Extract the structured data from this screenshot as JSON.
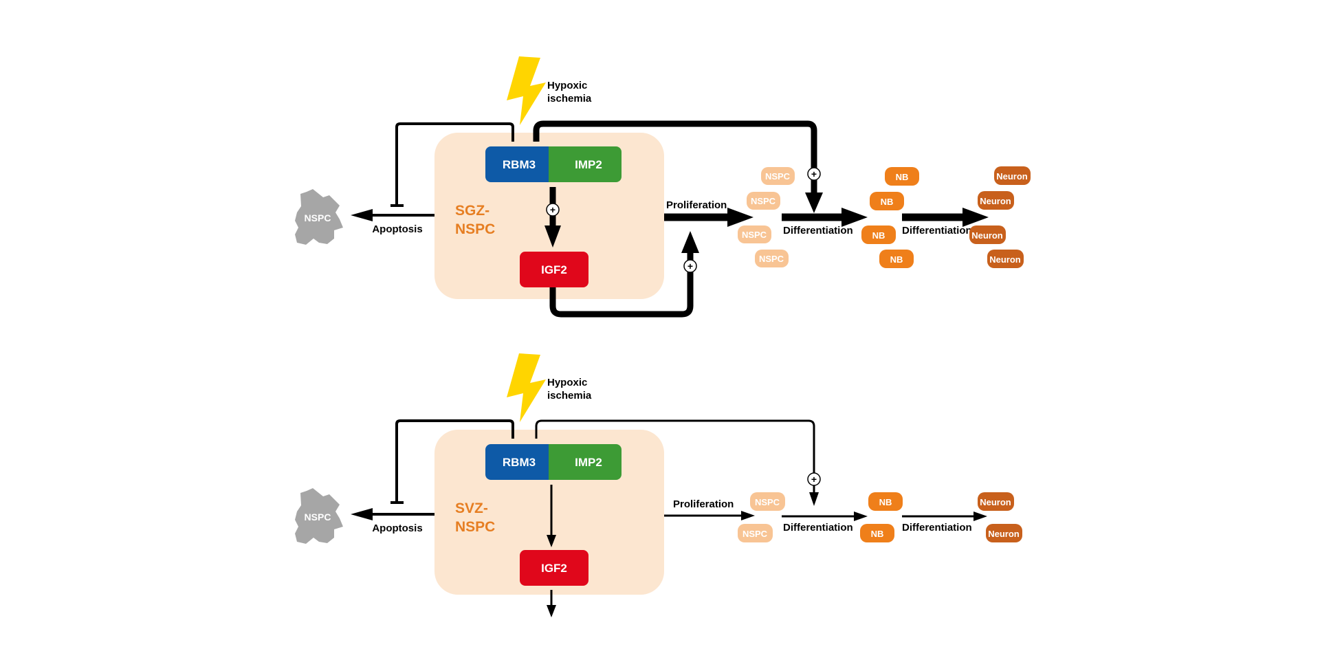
{
  "colors": {
    "box_fill": "#fce6d0",
    "rbm3": "#0e5aa7",
    "imp2": "#3d9b35",
    "igf2": "#e0071b",
    "zone_label": "#e67e22",
    "nspc_light": "#f8c494",
    "nb": "#ef7f1a",
    "neuron": "#c8601c",
    "dead_nspc": "#a6a6a6",
    "lightning": "#ffd500",
    "arrow": "#000000"
  },
  "panels": [
    {
      "zone_line1": "SGZ-",
      "zone_line2": "NSPC",
      "rbm3": "RBM3",
      "imp2": "IMP2",
      "igf2": "IGF2",
      "hypoxic_line1": "Hypoxic",
      "hypoxic_line2": "ischemia",
      "apoptosis": "Apoptosis",
      "dead_cell": "NSPC",
      "proliferation": "Proliferation",
      "differentiation_1": "Differentiation",
      "differentiation_2": "Differentiation",
      "plus": "+",
      "nspc_cells": [
        "NSPC",
        "NSPC",
        "NSPC",
        "NSPC"
      ],
      "nb_cells": [
        "NB",
        "NB",
        "NB",
        "NB"
      ],
      "neuron_cells": [
        "Neuron",
        "Neuron",
        "Neuron",
        "Neuron"
      ]
    },
    {
      "zone_line1": "SVZ-",
      "zone_line2": "NSPC",
      "rbm3": "RBM3",
      "imp2": "IMP2",
      "igf2": "IGF2",
      "hypoxic_line1": "Hypoxic",
      "hypoxic_line2": "ischemia",
      "apoptosis": "Apoptosis",
      "dead_cell": "NSPC",
      "proliferation": "Proliferation",
      "differentiation_1": "Differentiation",
      "differentiation_2": "Differentiation",
      "plus": "+",
      "nspc_cells": [
        "NSPC",
        "NSPC"
      ],
      "nb_cells": [
        "NB",
        "NB"
      ],
      "neuron_cells": [
        "Neuron",
        "Neuron"
      ]
    }
  ]
}
